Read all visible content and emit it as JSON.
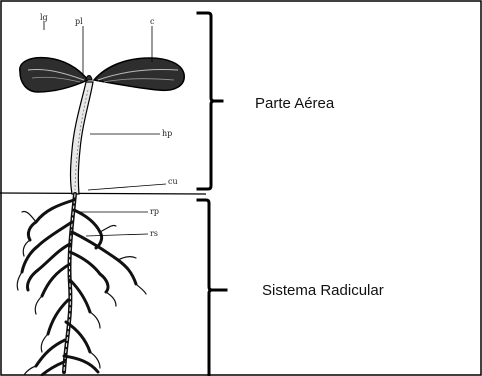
{
  "diagram": {
    "part_labels": {
      "lg": "lg",
      "pl": "pl",
      "c": "c",
      "hp": "hp",
      "cu": "cu",
      "rp": "rp",
      "rs": "rs"
    },
    "brackets": {
      "upper": "Parte Aérea",
      "lower": "Sistema Radicular"
    }
  }
}
